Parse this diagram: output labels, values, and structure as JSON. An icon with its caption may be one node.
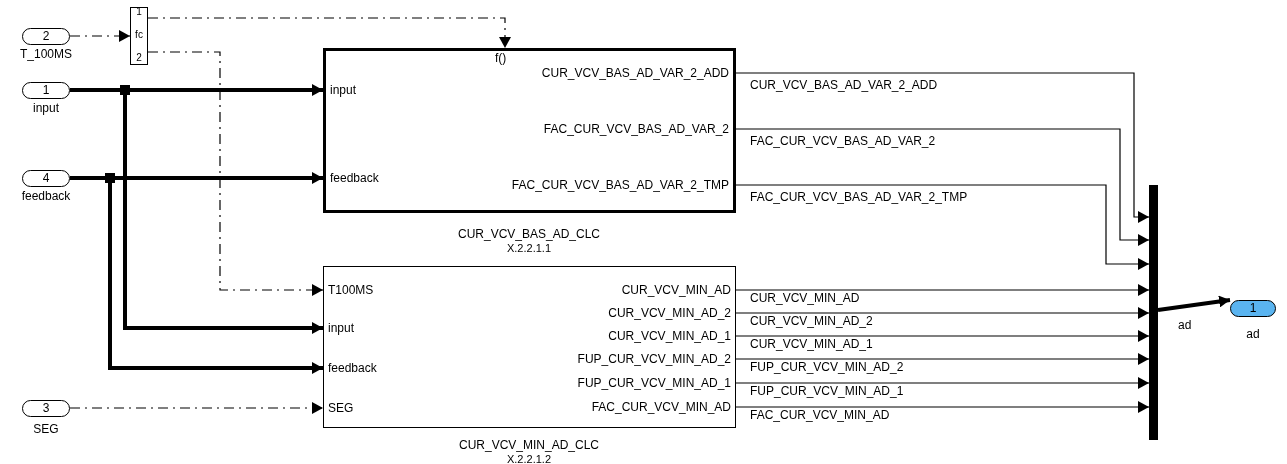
{
  "diagram": {
    "nodes": [
      {
        "text": [
          "2"
        ],
        "beside": [
          "T_100MS"
        ]
      },
      {
        "text": [
          "1",
          "fc",
          "2"
        ]
      },
      {
        "text": [
          "1"
        ],
        "beside": [
          "input"
        ]
      },
      {
        "text": [
          "4"
        ],
        "beside": [
          "feedback"
        ]
      },
      {
        "text": [
          "f()",
          "input",
          "feedback",
          "CUR_VCV_BAS_AD_VAR_2_ADD",
          "FAC_CUR_VCV_BAS_AD_VAR_2",
          "FAC_CUR_VCV_BAS_AD_VAR_2_TMP"
        ],
        "beside": [
          "CUR_VCV_BAS_AD_CLC",
          "X.2.2.1.1"
        ]
      },
      {
        "text": [
          "T100MS",
          "input",
          "feedback",
          "SEG",
          "CUR_VCV_MIN_AD",
          "CUR_VCV_MIN_AD_2",
          "CUR_VCV_MIN_AD_1",
          "FUP_CUR_VCV_MIN_AD_2",
          "FUP_CUR_VCV_MIN_AD_1",
          "FAC_CUR_VCV_MIN_AD"
        ],
        "beside": [
          "CUR_VCV_MIN_AD_CLC",
          "X.2.2.1.2"
        ]
      },
      {
        "text": [
          "3"
        ],
        "beside": [
          "SEG"
        ]
      },
      {
        "text": [],
        "shape": "bar"
      },
      {
        "text": [
          "1"
        ],
        "beside": [
          "ad"
        ]
      }
    ],
    "edges": [
      {
        "from": 0,
        "to": 1,
        "arrow": "to",
        "style": "dashed"
      },
      {
        "from": 1,
        "to": 4,
        "arrow": "to",
        "style": "dashed"
      },
      {
        "from": 1,
        "to": 5,
        "arrow": "to",
        "style": "dashed"
      },
      {
        "from": 2,
        "to": 4,
        "arrow": "to",
        "style": "thick"
      },
      {
        "from": 2,
        "to": 5,
        "arrow": "to",
        "style": "thick"
      },
      {
        "from": 3,
        "to": 4,
        "arrow": "to",
        "style": "thick"
      },
      {
        "from": 3,
        "to": 5,
        "arrow": "to",
        "style": "thick"
      },
      {
        "from": 6,
        "to": 5,
        "arrow": "to",
        "style": "dashed"
      },
      {
        "from": 4,
        "to": 7,
        "arrow": "to",
        "label": "CUR_VCV_BAS_AD_VAR_2_ADD"
      },
      {
        "from": 4,
        "to": 7,
        "arrow": "to",
        "label": "FAC_CUR_VCV_BAS_AD_VAR_2"
      },
      {
        "from": 4,
        "to": 7,
        "arrow": "to",
        "label": "FAC_CUR_VCV_BAS_AD_VAR_2_TMP"
      },
      {
        "from": 5,
        "to": 7,
        "arrow": "to",
        "label": "CUR_VCV_MIN_AD"
      },
      {
        "from": 5,
        "to": 7,
        "arrow": "to",
        "label": "CUR_VCV_MIN_AD_2"
      },
      {
        "from": 5,
        "to": 7,
        "arrow": "to",
        "label": "CUR_VCV_MIN_AD_1"
      },
      {
        "from": 5,
        "to": 7,
        "arrow": "to",
        "label": "FUP_CUR_VCV_MIN_AD_2"
      },
      {
        "from": 5,
        "to": 7,
        "arrow": "to",
        "label": "FUP_CUR_VCV_MIN_AD_1"
      },
      {
        "from": 5,
        "to": 7,
        "arrow": "to",
        "label": "FAC_CUR_VCV_MIN_AD"
      },
      {
        "from": 7,
        "to": 8,
        "arrow": "to",
        "label": "ad",
        "style": "thick"
      }
    ]
  }
}
